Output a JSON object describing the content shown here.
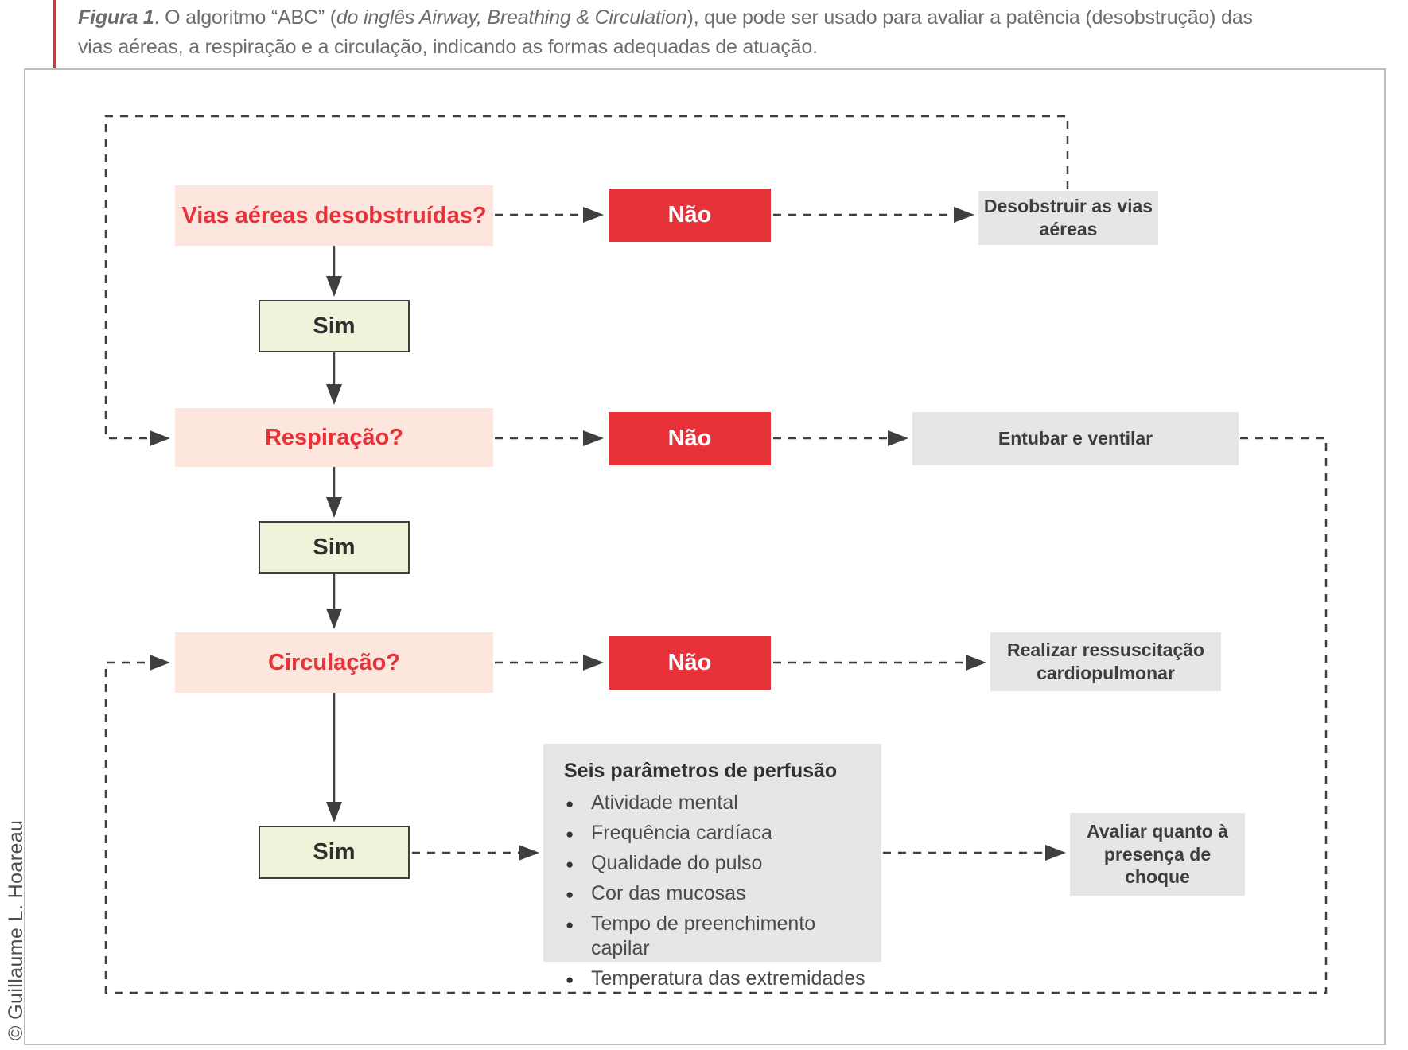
{
  "caption": {
    "figure_label": "Figura 1",
    "line1_after_label": ". O algoritmo “ABC” (",
    "line1_italic": "do inglês Airway, Breathing & Circulation",
    "line1_end": "), que pode ser usado para avaliar a patência (desobstrução) das",
    "line2": "vias aéreas, a respiração e a circulação, indicando as formas adequadas de atuação."
  },
  "flow": {
    "q_airway": "Vias aéreas desobstruídas?",
    "q_breathing": "Respiração?",
    "q_circulation": "Circulação?",
    "no_label": "Não",
    "yes_label": "Sim",
    "action_airway": "Desobstruir as vias aéreas",
    "action_breathing": "Entubar e ventilar",
    "action_circulation": "Realizar ressuscitação cardiopulmonar",
    "action_shock": "Avaliar quanto à presença de choque",
    "perfusion": {
      "title": "Seis parâmetros de perfusão",
      "items": [
        "Atividade mental",
        "Frequência cardíaca",
        "Qualidade do pulso",
        "Cor das mucosas",
        "Tempo de preenchimento capilar",
        "Temperatura das extremidades"
      ]
    }
  },
  "credit": "© Guillaume L. Hoareau",
  "colors": {
    "question_bg": "#fce6dd",
    "question_text": "#e8323a",
    "no_bg": "#e8323a",
    "no_text": "#ffffff",
    "yes_bg": "#eef3da",
    "yes_border": "#3f3f3f",
    "action_bg": "#e6e6e6",
    "action_text": "#3d3d3d",
    "line_color": "#3f3f3f",
    "caption_text": "#6d6d6d",
    "accent_red": "#e8312e",
    "figure_border": "#bdbdbd"
  }
}
